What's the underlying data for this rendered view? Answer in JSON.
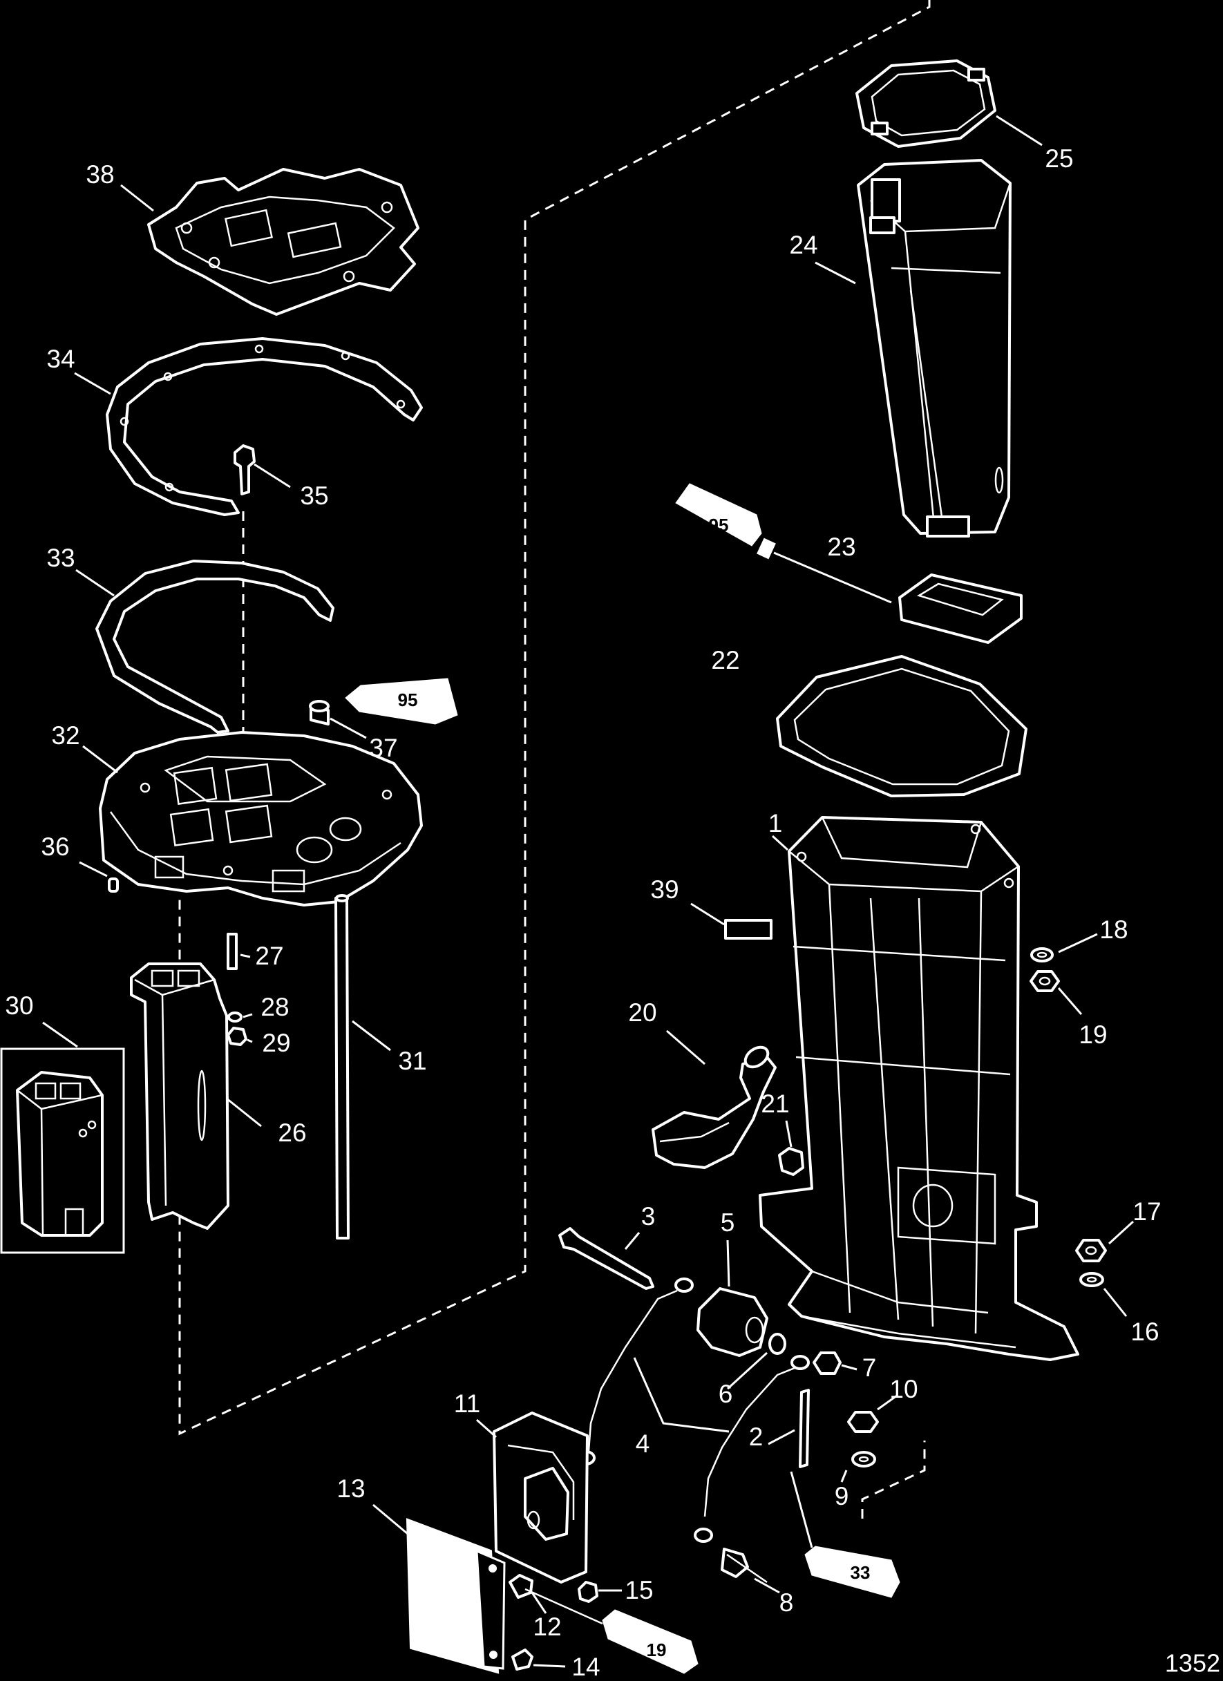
{
  "figure_ref": "1352",
  "sealant_tubes": {
    "tube_95_upper": "95",
    "tube_95_lower": "95",
    "tube_33": "33",
    "tube_19": "19"
  },
  "callouts": {
    "c1": "1",
    "c2": "2",
    "c3": "3",
    "c4": "4",
    "c5": "5",
    "c6": "6",
    "c7": "7",
    "c8": "8",
    "c9": "9",
    "c10": "10",
    "c11": "11",
    "c12": "12",
    "c13": "13",
    "c14": "14",
    "c15": "15",
    "c16": "16",
    "c17": "17",
    "c18": "18",
    "c19": "19",
    "c20": "20",
    "c21": "21",
    "c22": "22",
    "c23": "23",
    "c24": "24",
    "c25": "25",
    "c26": "26",
    "c27": "27",
    "c28": "28",
    "c29": "29",
    "c30": "30",
    "c31": "31",
    "c32": "32",
    "c33": "33",
    "c34": "34",
    "c35": "35",
    "c36": "36",
    "c37": "37",
    "c38": "38",
    "c39": "39"
  }
}
